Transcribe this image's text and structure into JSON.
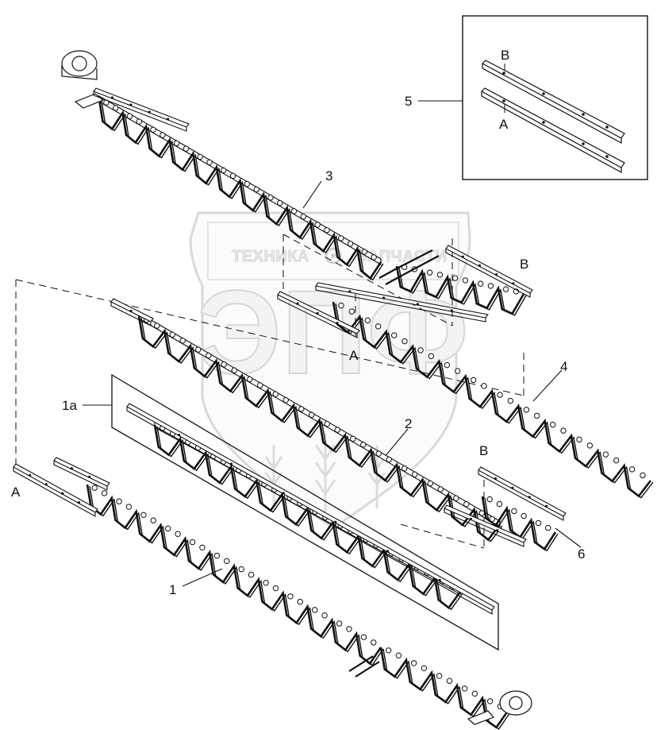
{
  "watermark": {
    "top_left_word": "ТЕХНИКА",
    "top_right_word": "ЗАПЧАСТИ",
    "big_letters": "ЭПФ"
  },
  "callouts": {
    "item_1": "1",
    "item_1a": "1a",
    "item_2": "2",
    "item_3": "3",
    "item_4": "4",
    "item_5": "5",
    "item_6": "6"
  },
  "letter_marks": {
    "inset_b": "B",
    "inset_a": "A",
    "upper_b": "B",
    "upper_a": "A",
    "left_a": "A",
    "right_b": "B"
  },
  "colors": {
    "line": "#111111",
    "watermark": "#d6d6d6"
  }
}
